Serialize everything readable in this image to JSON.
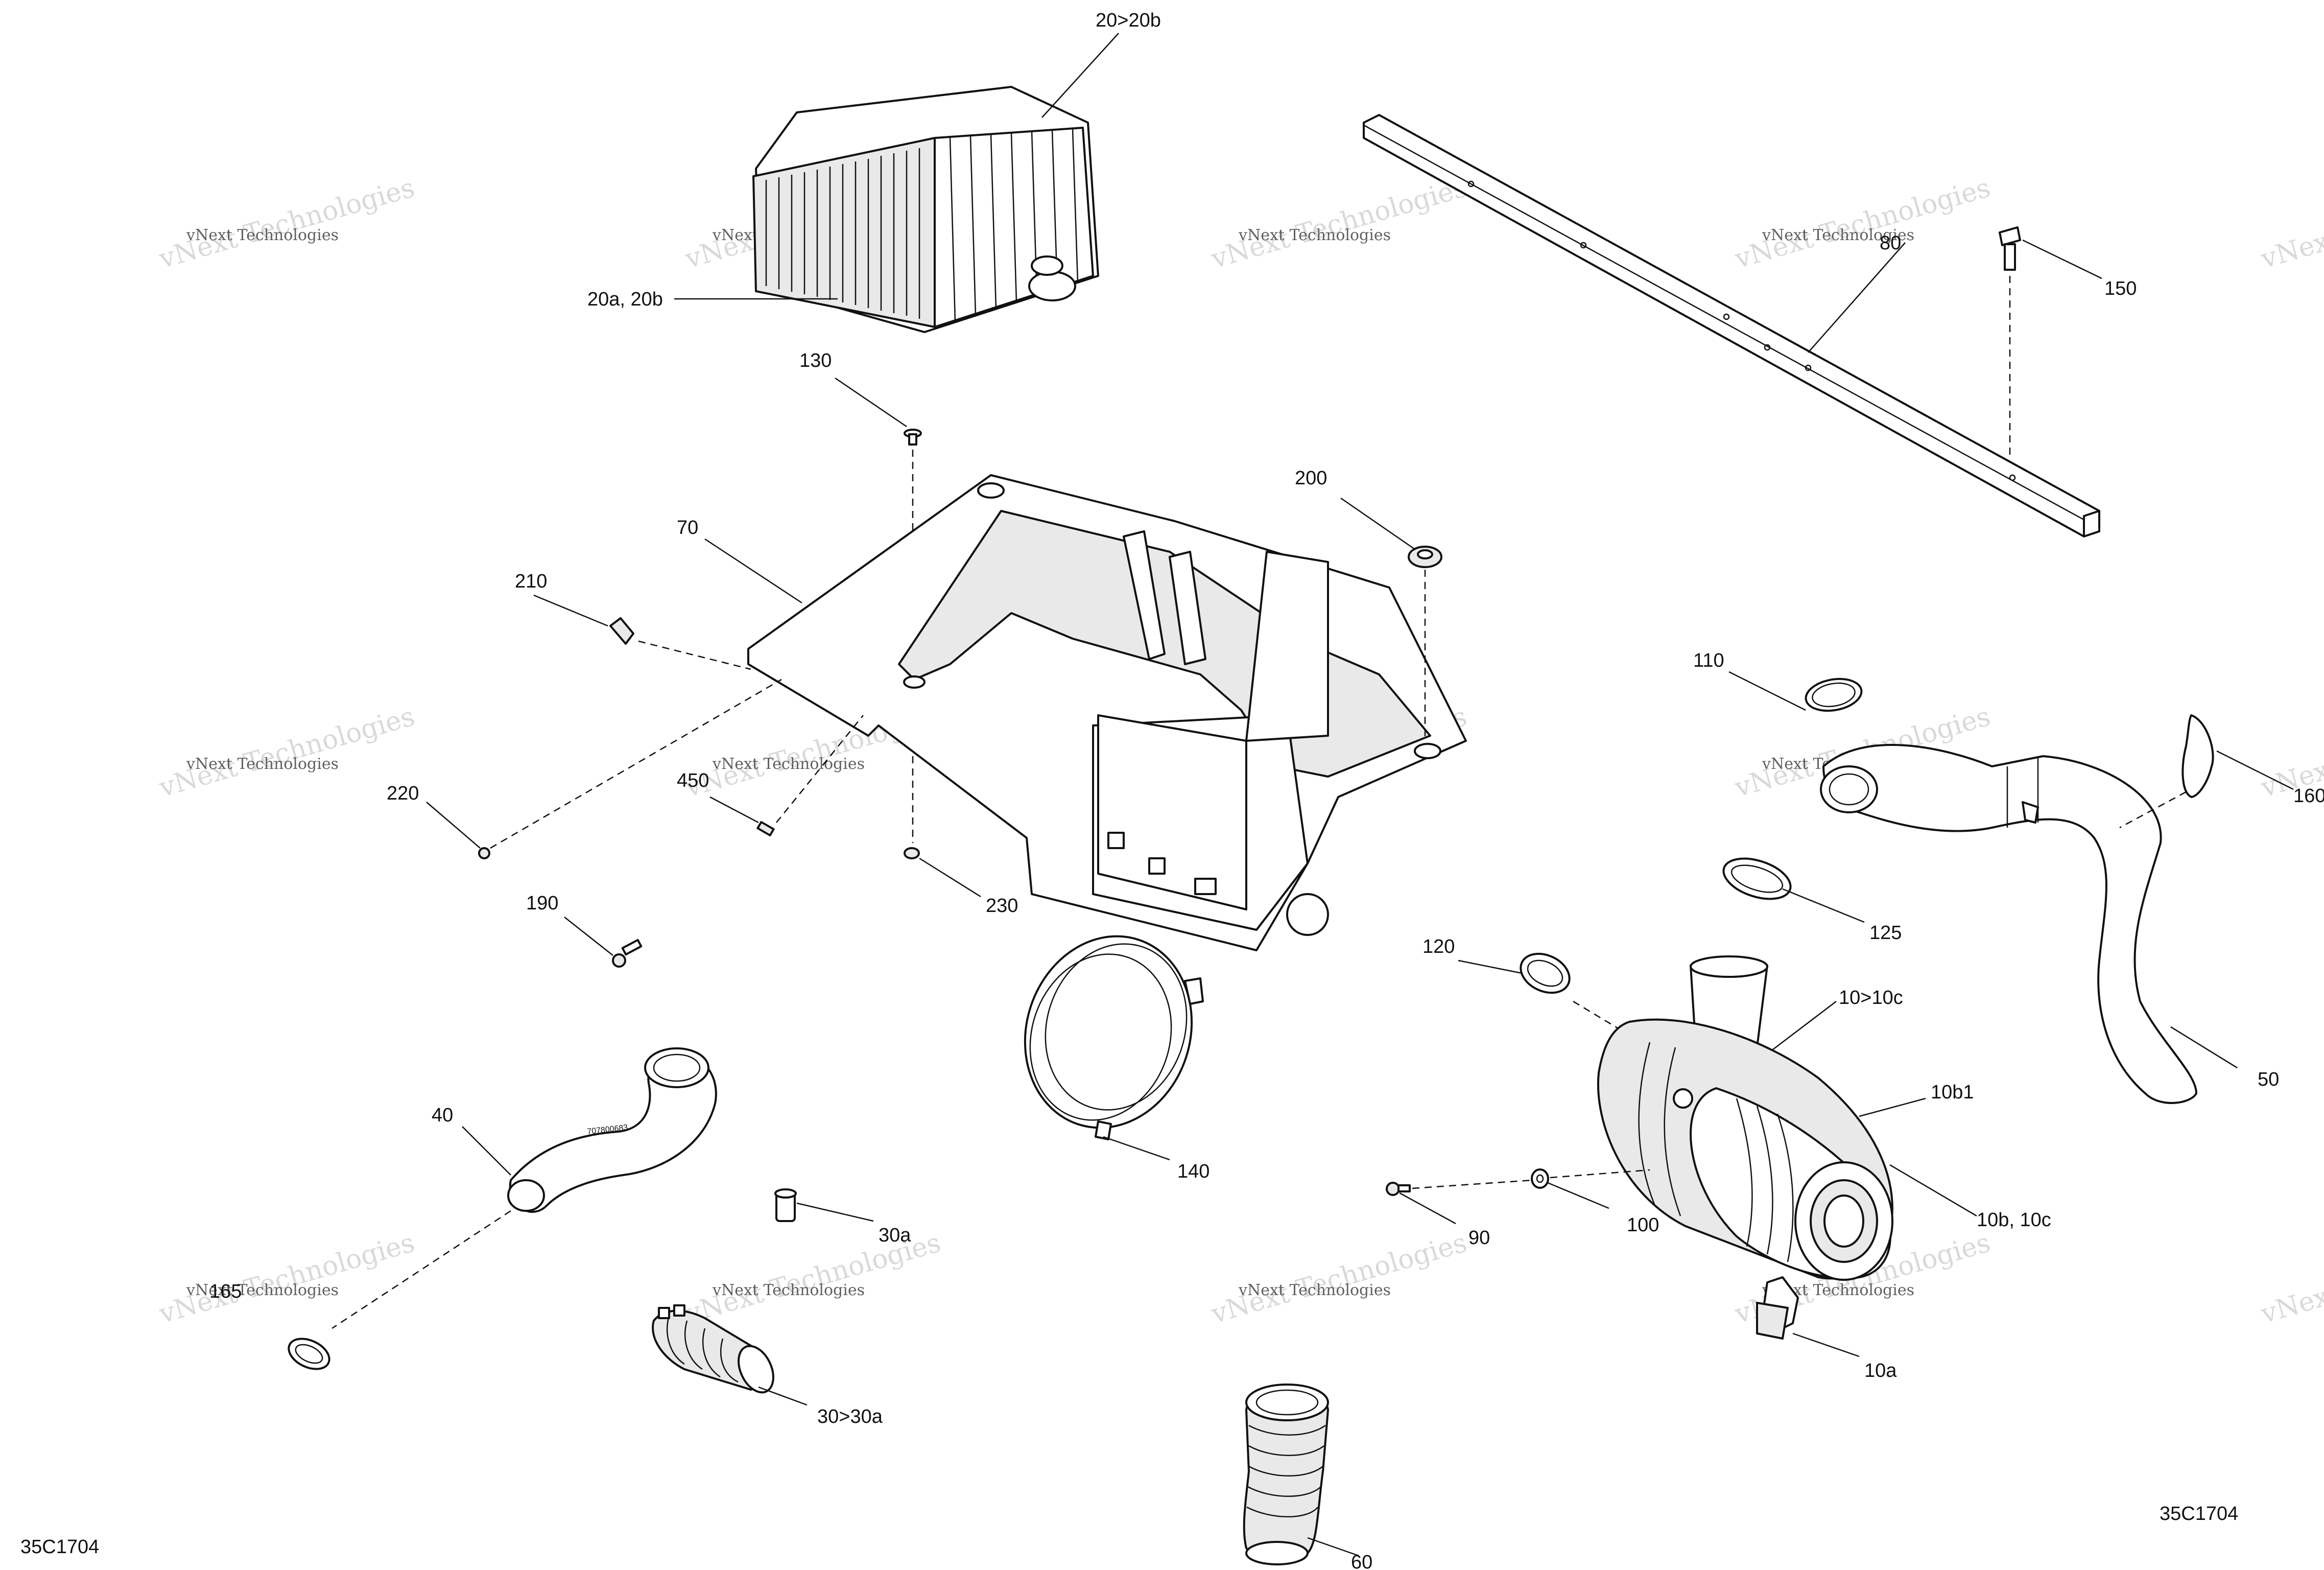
{
  "diagram_code_left": "35C1704",
  "diagram_code_right": "35C1704",
  "watermark": {
    "line1": "vNext Technologies",
    "line2": "vNext Technologies"
  },
  "callouts": {
    "c20_20b": "20>20b",
    "c20a_20b": "20a, 20b",
    "c80": "80",
    "c150": "150",
    "c130": "130",
    "c200": "200",
    "c70": "70",
    "c210": "210",
    "c110": "110",
    "c220": "220",
    "c450": "450",
    "c230": "230",
    "c160": "160",
    "c190": "190",
    "c125": "125",
    "c120": "120",
    "c10_10c": "10>10c",
    "c50": "50",
    "c10b1": "10b1",
    "c40": "40",
    "c140": "140",
    "c30a": "30a",
    "c90": "90",
    "c100": "100",
    "c10b_10c": "10b, 10c",
    "c165": "165",
    "c10a": "10a",
    "c30_30a": "30>30a",
    "c60": "60"
  },
  "hose_marking": "707800683"
}
